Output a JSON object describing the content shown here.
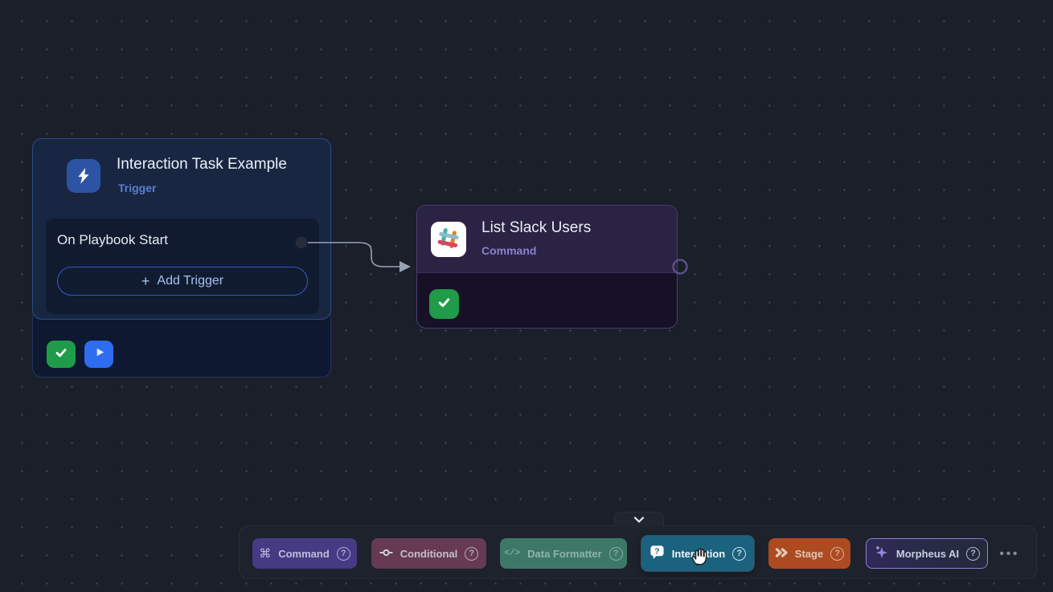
{
  "app": {
    "view": "playbook-editor-canvas"
  },
  "nodes": {
    "trigger": {
      "title": "Interaction Task Example",
      "subtitle": "Trigger",
      "icon": "lightning-icon",
      "section": {
        "label": "On Playbook Start"
      },
      "add_trigger": {
        "plus": "+",
        "label": "Add Trigger"
      },
      "footer_icons": [
        "check-icon",
        "play-icon"
      ]
    },
    "command": {
      "title": "List Slack Users",
      "subtitle": "Command",
      "icon": "slack-icon",
      "status_icon": "check-icon"
    }
  },
  "edge": {
    "from": "trigger-node",
    "to": "command-node",
    "style": "arrow"
  },
  "toolbar": {
    "collapse_icon": "chevron-down-icon",
    "help_symbol": "?",
    "buttons": [
      {
        "id": "command",
        "label": "Command",
        "color": "#473a85",
        "icon": "command-icon"
      },
      {
        "id": "conditional",
        "label": "Conditional",
        "color": "#653a52",
        "icon": "toggle-node-icon"
      },
      {
        "id": "data-formatter",
        "label": "Data Formatter",
        "color": "#3d7867",
        "icon": "code-icon"
      },
      {
        "id": "interaction",
        "label": "Interaction",
        "color": "#1a627e",
        "icon": "chat-question-icon",
        "state": "hovered"
      },
      {
        "id": "stage",
        "label": "Stage",
        "color": "#ad4a20",
        "icon": "double-chevron-icon"
      },
      {
        "id": "morpheus-ai",
        "label": "Morpheus AI",
        "color": "#2a2750",
        "icon": "sparkles-icon",
        "outlined": true
      }
    ],
    "more": "•••"
  },
  "colors": {
    "canvas_bg": "#1a1f2a",
    "grid_dot": "#3d434f",
    "trigger_node_bg": "#182642",
    "trigger_node_border": "#2d4c82",
    "trigger_icon_bg": "#2d54a3",
    "trigger_subtitle": "#5a7ed2",
    "inner_section_bg": "#101b30",
    "add_trigger_border": "#2f5cc4",
    "add_trigger_text": "#a6c0f0",
    "success_green": "#1f9b49",
    "run_blue": "#2e6cf0",
    "command_header_bg": "#2a2343",
    "command_body_bg": "#161127",
    "command_border": "#4a3e70",
    "command_subtitle": "#8b81ce",
    "edge_line": "#98a2b4",
    "toolbar_bg": "#1d222d",
    "toolbar_border": "#272e3b"
  }
}
